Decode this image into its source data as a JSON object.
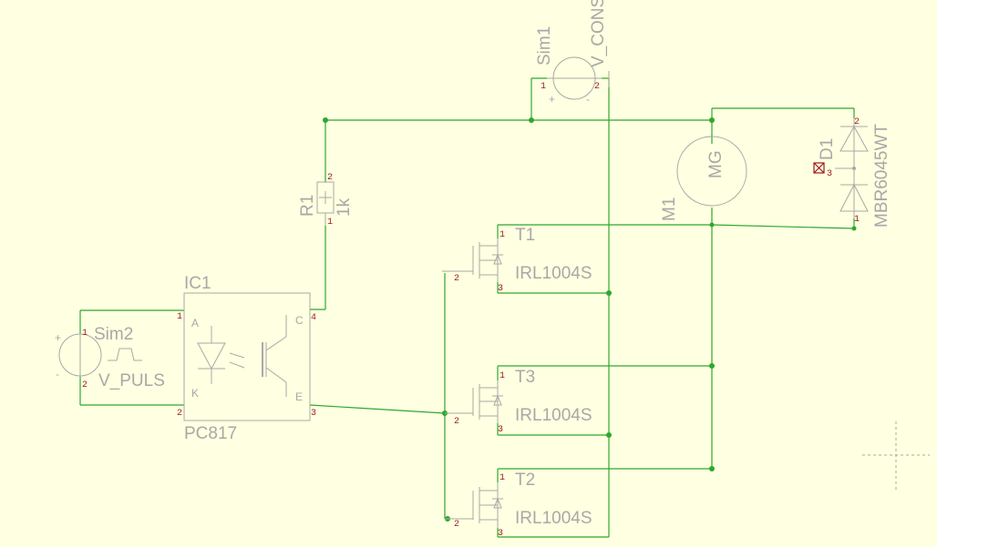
{
  "labels": {
    "sim1_name": "Sim1",
    "sim1_value": "V_CONS",
    "sim2_name": "Sim2",
    "sim2_value": "V_PULS",
    "r1_name": "R1",
    "r1_value": "1k",
    "ic1_name": "IC1",
    "ic1_value": "PC817",
    "ic1_pin_a": "A",
    "ic1_pin_k": "K",
    "ic1_pin_c": "C",
    "ic1_pin_e": "E",
    "t1_name": "T1",
    "t2_name": "T2",
    "t3_name": "T3",
    "mosfet_value": "IRL1004S",
    "motor_name": "M1",
    "motor_symbol": "MG",
    "diode_name": "D1",
    "diode_value": "MBR6045WT"
  },
  "pins": {
    "p1": "1",
    "p2": "2",
    "p3": "3",
    "p4": "4"
  },
  "signs": {
    "plus": "+",
    "minus": "-"
  },
  "colors": {
    "background": "#ffffe1",
    "wire": "#2ea82e",
    "part": "#a8a8a8",
    "pin_number": "#9b1b1b"
  }
}
